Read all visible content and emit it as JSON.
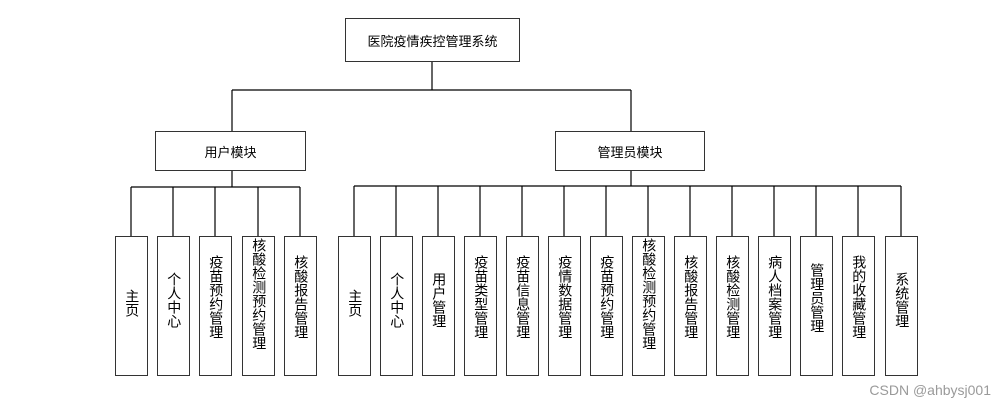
{
  "root": {
    "label": "医院疫情疾控管理系统"
  },
  "user_module": {
    "label": "用户模块",
    "items": [
      "主页",
      "个人中心",
      "疫苗预约管理",
      "核酸检测预约管理",
      "核酸报告管理"
    ]
  },
  "admin_module": {
    "label": "管理员模块",
    "items": [
      "主页",
      "个人中心",
      "用户管理",
      "疫苗类型管理",
      "疫苗信息管理",
      "疫情数据管理",
      "疫苗预约管理",
      "核酸检测预约管理",
      "核酸报告管理",
      "核酸检测管理",
      "病人档案管理",
      "管理员管理",
      "我的收藏管理",
      "系统管理"
    ]
  },
  "watermark": "CSDN @ahbysj001"
}
